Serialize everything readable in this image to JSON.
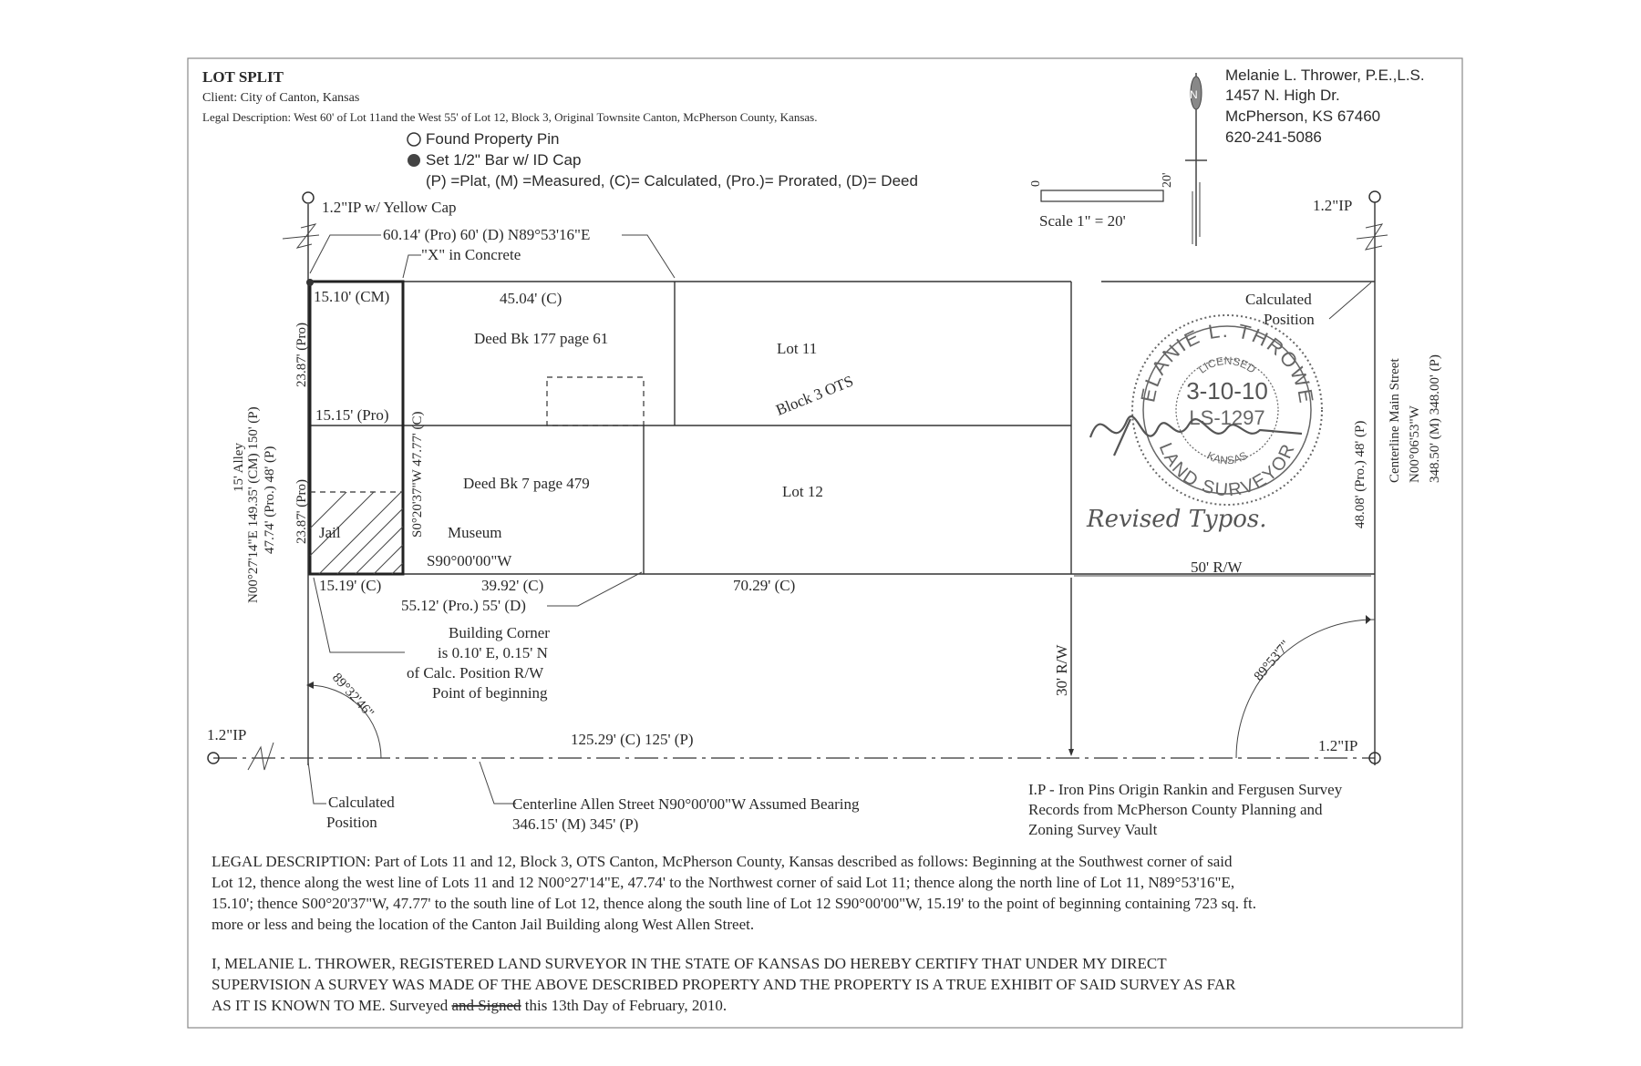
{
  "header": {
    "title": "LOT SPLIT",
    "client": "Client: City of Canton, Kansas",
    "legal_line": "Legal Description:  West 60' of Lot 11and the West 55' of Lot 12,  Block 3, Original Townsite Canton, McPherson County, Kansas."
  },
  "surveyor": {
    "name": "Melanie L. Thrower, P.E.,L.S.",
    "address1": "1457 N. High Dr.",
    "address2": "McPherson, KS 67460",
    "phone": "620-241-5086"
  },
  "legend": {
    "found_pin": "Found Property Pin",
    "set_bar": "Set 1/2\" Bar w/ ID Cap",
    "abbrev": "(P) =Plat, (M) =Measured, (C)= Calculated, (Pro.)= Prorated, (D)= Deed"
  },
  "scale": {
    "zero": "0",
    "twenty": "20'",
    "label": "Scale 1\" = 20'"
  },
  "north_arrow": {
    "letter": "N"
  },
  "labels": {
    "ip_yellow": "1.2\"IP w/ Yellow Cap",
    "ip_top_right": "1.2\"IP",
    "ip_bottom_left": "1.2\"IP",
    "ip_bottom_right": "1.2\"IP",
    "north_line": "60.14' (Pro) 60' (D) N89°53'16\"E",
    "x_concrete": "\"X\" in Concrete",
    "top_cm": "15.10' (CM)",
    "top_c": "45.04' (C)",
    "deed_177": "Deed Bk 177 page 61",
    "lot11": "Lot 11",
    "block3": "Block 3 OTS",
    "mid_pro": "15.15' (Pro)",
    "deed_7": "Deed Bk 7 page 479",
    "lot12": "Lot 12",
    "jail": "Jail",
    "museum": "Museum",
    "s90": "S90°00'00\"W",
    "left_upper_pro": "23.87' (Pro)",
    "left_lower_pro": "23.87' (Pro)",
    "east_jail": "S0°20'37\"W 47.77' (C)",
    "alley1": "15' Alley",
    "alley2": "N00°27'14\"E 149.35' (CM) 150' (P)",
    "alley3": "47.74' (Pro.) 48' (P)",
    "bottom_c1": "15.19' (C)",
    "bottom_c2": "39.92' (C)",
    "bottom_c3": "70.29' (C)",
    "bottom_pro": "55.12' (Pro.) 55' (D)",
    "bldg1": "Building Corner",
    "bldg2": "is 0.10' E, 0.15' N",
    "bldg3": "of Calc. Position R/W",
    "bldg4": "Point of beginning",
    "angle_left": "89°32'46\"",
    "angle_right": "89°53'7\"",
    "rw30": "30' R/W",
    "rw50": "50' R/W",
    "centerline_len": "125.29' (C) 125' (P)",
    "calc_pos_top1": "Calculated",
    "calc_pos_top2": "Position",
    "calc_pos_bot1": "Calculated",
    "calc_pos_bot2": "Position",
    "right_pro": "48.08' (Pro.) 48' (P)",
    "main1": "Centerline Main Street",
    "main2": "N00°06'53\"W",
    "main3": "348.50' (M) 348.00' (P)",
    "allen1": "Centerline Allen Street N90°00'00\"W Assumed Bearing",
    "allen2": "346.15' (M) 345' (P)",
    "ip_note1": "I.P - Iron Pins Origin Rankin and Fergusen Survey",
    "ip_note2": "Records from McPherson County Planning and",
    "ip_note3": "Zoning Survey Vault"
  },
  "seal": {
    "name": "MELANIE L. THROWER",
    "licensed": "LICENSED",
    "date": "3-10-10",
    "number": "LS-1297",
    "state": "KANSAS",
    "title": "LAND SURVEYOR",
    "handwritten": "Revised Typos."
  },
  "legal": {
    "line1": "LEGAL DESCRIPTION: Part of Lots 11 and 12, Block 3, OTS Canton, McPherson County, Kansas described as follows:  Beginning at the Southwest corner of said",
    "line2": "Lot 12, thence along the west line of Lots 11 and 12 N00°27'14\"E, 47.74' to the Northwest corner of said Lot 11; thence along the north line of Lot 11, N89°53'16\"E,",
    "line3": "15.10'; thence S00°20'37\"W, 47.77' to the south line of Lot 12, thence along the south line of Lot 12 S90°00'00\"W, 15.19' to the point of beginning containing 723 sq. ft.",
    "line4": "more or less and being the location of the Canton Jail Building along West Allen Street."
  },
  "cert": {
    "line1": "I, MELANIE L. THROWER, REGISTERED LAND SURVEYOR IN THE STATE OF KANSAS DO HEREBY CERTIFY THAT UNDER MY DIRECT",
    "line2": "SUPERVISION A SURVEY WAS MADE OF THE ABOVE DESCRIBED PROPERTY AND THE PROPERTY IS A TRUE EXHIBIT OF SAID SURVEY AS FAR",
    "line3a": "AS IT IS KNOWN TO ME.  Surveyed ",
    "line3b": "and Signed",
    "line3c": " this 13th Day of February, 2010."
  }
}
